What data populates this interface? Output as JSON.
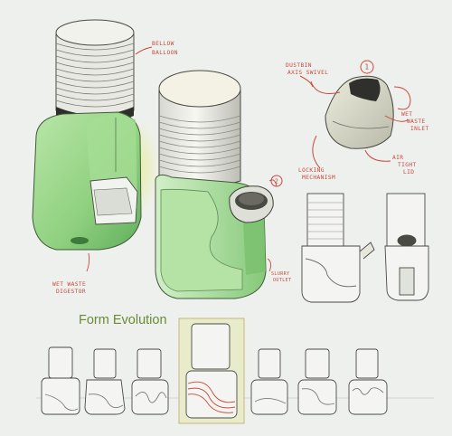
{
  "annotations": {
    "bellow_balloon": [
      "BELLOW",
      "BALLOON"
    ],
    "dustbin_swivel": [
      "DUSTBIN",
      "AXIS SWIVEL"
    ],
    "number_1": "1",
    "number_2": "2",
    "wet_waste_inlet": [
      "WET",
      "WASTE",
      "INLET"
    ],
    "air_tight_lid": [
      "AIR",
      "TIGHT",
      "LID"
    ],
    "locking_mechanism": [
      "LOCKING",
      "MECHANISM"
    ],
    "wet_waste_digestor": [
      "WET WASTE",
      "DIGESTOR"
    ],
    "slurry_outlet": [
      "SLURRY",
      "OUTLET"
    ]
  },
  "section_title": "Form Evolution",
  "colors": {
    "annotation": "#c84a3c",
    "title": "#6a8a36",
    "body_green": "#9ed98f",
    "body_green_dark": "#58b05a",
    "highlight_frame": "#c8b67a",
    "highlight_glow": "#e3ecb0"
  }
}
